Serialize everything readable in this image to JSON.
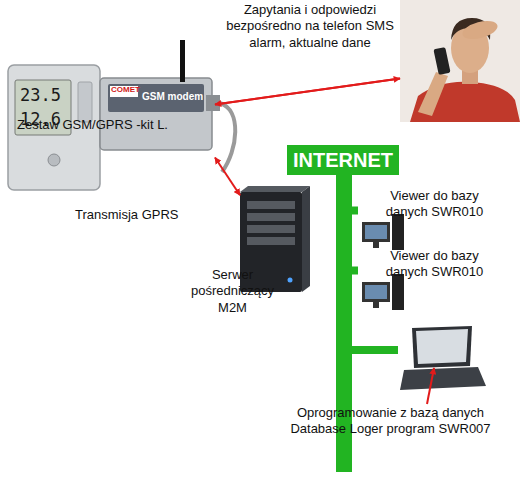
{
  "diagram": {
    "nodes": [
      {
        "text": [
          "Zestaw GSM/GPRS -kit L."
        ]
      },
      {
        "text": [
          "Zapytania i odpowiedzi bezpośredno na telefon SMS alarm, aktualne dane"
        ]
      },
      {
        "text": [
          "Serwer pośredniczący M2M"
        ]
      },
      {
        "text": [
          "INTERNET"
        ]
      },
      {
        "text": [
          "Viewer do bazy danych SWR010"
        ]
      },
      {
        "text": [
          "Viewer do bazy danych SWR010"
        ]
      },
      {
        "text": [
          "Oprogramowanie z bazą danych Database Loger program SWR007"
        ]
      }
    ],
    "edges": [
      {
        "from": 1,
        "to": 0,
        "arrow": "to"
      },
      {
        "from": 0,
        "to": 1,
        "arrow": "to"
      },
      {
        "from": 0,
        "to": 2,
        "label": "Transmisja GPRS",
        "arrow": "both"
      },
      {
        "from": 3,
        "to": 4,
        "arrow": "none"
      },
      {
        "from": 3,
        "to": 5,
        "arrow": "none"
      },
      {
        "from": 3,
        "to": 6,
        "arrow": "none"
      }
    ],
    "labels": [
      "23.5",
      "12.6",
      "COMET",
      "GSM modem"
    ]
  }
}
